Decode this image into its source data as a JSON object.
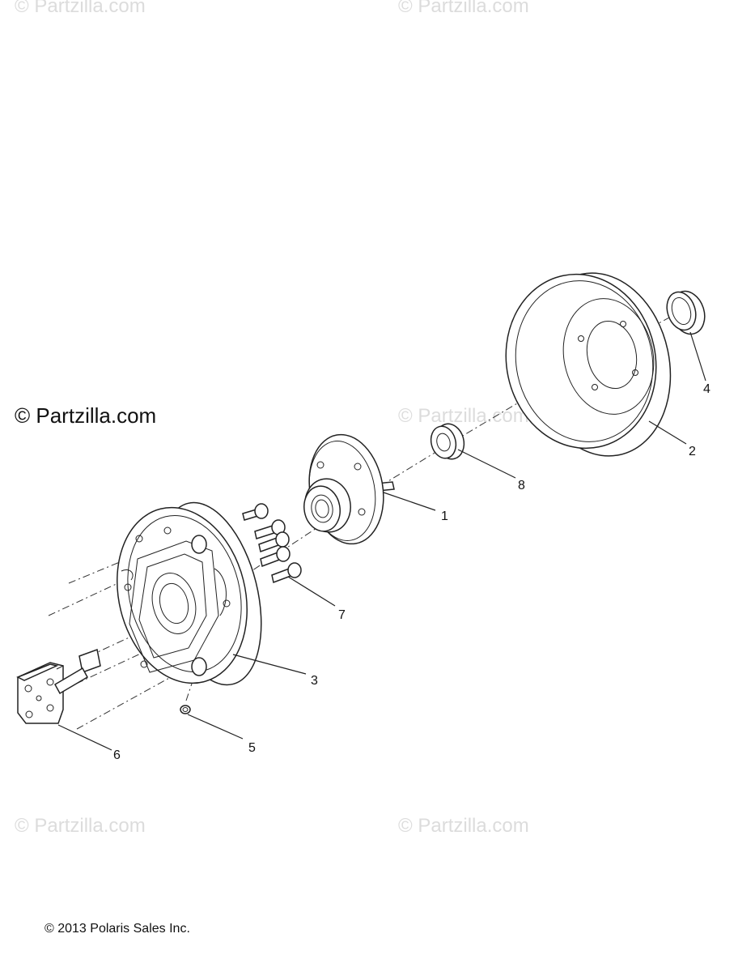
{
  "watermarks": [
    "© Partzilla.com",
    "© Partzilla.com",
    "© Partzilla.com",
    "© Partzilla.com",
    "© Partzilla.com"
  ],
  "main_watermark": "© Partzilla.com",
  "copyright": "© 2013 Polaris Sales Inc.",
  "callouts": [
    "1",
    "2",
    "3",
    "4",
    "5",
    "6",
    "7",
    "8"
  ]
}
